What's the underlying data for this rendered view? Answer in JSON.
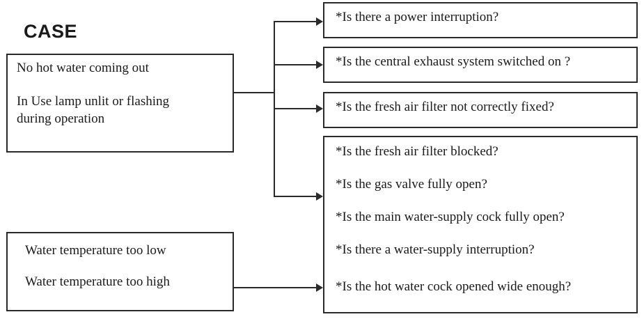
{
  "palette": {
    "background": "#ffffff",
    "line": "#2a2a2a",
    "text": "#1a1a1a"
  },
  "heading": "CASE",
  "cases": [
    {
      "lines": [
        "No hot water coming out",
        "In Use lamp unlit or flashing during operation"
      ]
    },
    {
      "lines": [
        "Water temperature too low",
        "Water temperature too high"
      ]
    }
  ],
  "checks": [
    {
      "lines": [
        "*Is there a power interruption?"
      ]
    },
    {
      "lines": [
        "*Is the central exhaust system switched on ?"
      ]
    },
    {
      "lines": [
        "*Is the fresh air filter not correctly fixed?"
      ]
    },
    {
      "lines": [
        "*Is the fresh air filter blocked?",
        "*Is the gas valve fully open?",
        "*Is the main water-supply cock fully open?",
        "*Is there a water-supply interruption?",
        "*Is the hot water cock opened wide enough?"
      ]
    }
  ]
}
